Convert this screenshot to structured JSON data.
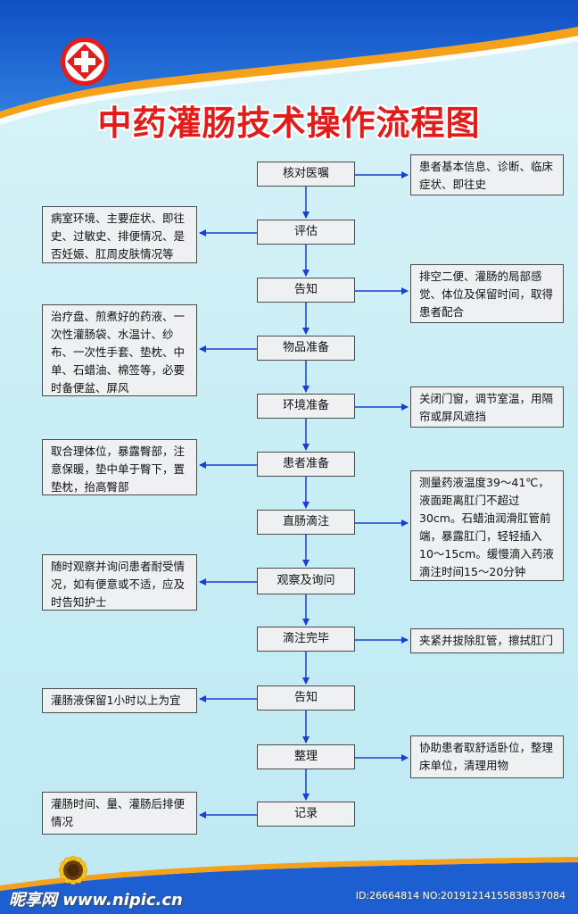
{
  "colors": {
    "title": "#e21b1b",
    "header_blue": "#1d5fd0",
    "header_orange": "#f5a21a",
    "arrow": "#1a3fd0"
  },
  "header": {
    "logo": "red-cross-emblem-icon",
    "title": "中药灌肠技术操作流程图"
  },
  "steps": [
    "核对医嘱",
    "评估",
    "告知",
    "物品准备",
    "环境准备",
    "患者准备",
    "直肠滴注",
    "观察及询问",
    "滴注完毕",
    "告知",
    "整理",
    "记录"
  ],
  "notes": {
    "verify": "患者基本信息、诊断、临床症状、即往史",
    "assess": "病室环境、主要症状、即往史、过敏史、排便情况、是否妊娠、肛周皮肤情况等",
    "inform": "排空二便、灌肠的局部感觉、体位及保留时间，取得患者配合",
    "items": "治疗盘、煎煮好的药液、一次性灌肠袋、水温计、纱布、一次性手套、垫枕、中单、石蜡油、棉签等，必要时备便盆、屏风",
    "environment": "关闭门窗，调节室温，用隔帘或屏风遮挡",
    "patient": "取合理体位，暴露臀部，注意保暖，垫中单于臀下，置垫枕，抬高臀部",
    "drip": "测量药液温度39～41℃，液面距离肛门不超过30cm。石蜡油润滑肛管前端，暴露肛门，轻轻插入10～15cm。缓慢滴入药液滴注时间15～20分钟",
    "observe": "随时观察并询问患者耐受情况，如有便意或不适，应及时告知护士",
    "finish": "夹紧并拔除肛管，擦拭肛门",
    "retain": "灌肠液保留1小时以上为宜",
    "tidy": "协助患者取舒适卧位，整理床单位，清理用物",
    "record": "灌肠时间、量、灌肠后排便情况"
  },
  "footer": {
    "decoration": "sunflower-icon",
    "watermark_site": "昵享网 www.nipic.cn",
    "watermark_id": "ID:26664814 NO:20191214155838537084"
  }
}
